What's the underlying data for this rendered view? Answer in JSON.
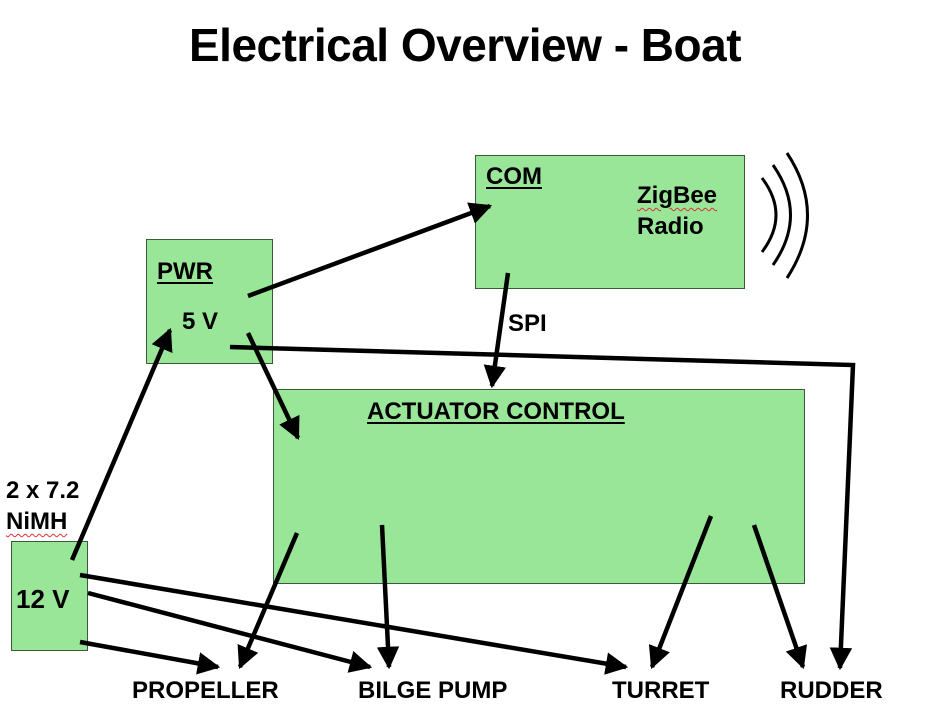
{
  "title": "Electrical Overview - Boat",
  "colors": {
    "box_fill": "#99e699",
    "box_border": "#3a5a3a",
    "line": "#000000"
  },
  "blocks": {
    "com": {
      "title": "COM",
      "detail_line1": "ZigBee",
      "detail_line2": "Radio"
    },
    "pwr": {
      "title": "PWR",
      "voltage": "5 V"
    },
    "battery": {
      "voltage": "12 V",
      "label_line1": "2 x 7.2",
      "label_line2": "NiMH"
    },
    "actuator": {
      "title": "ACTUATOR CONTROL"
    }
  },
  "links": {
    "spi_label": "SPI"
  },
  "outputs": [
    "PROPELLER",
    "BILGE PUMP",
    "TURRET",
    "RUDDER"
  ],
  "icons": {
    "radio_waves": "radio-waves-icon"
  }
}
